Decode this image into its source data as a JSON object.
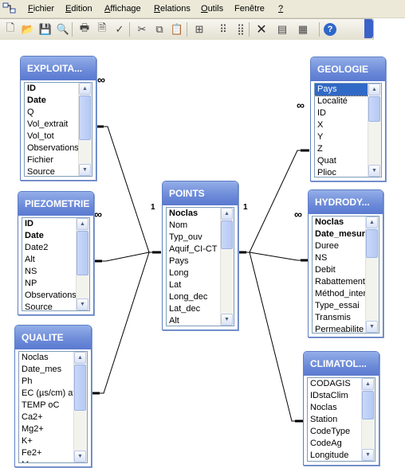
{
  "menu": {
    "items": [
      {
        "label": "Fichier",
        "ul": "F",
        "rest": "ichier"
      },
      {
        "label": "Edition",
        "ul": "E",
        "rest": "dition"
      },
      {
        "label": "Affichage",
        "ul": "A",
        "rest": "ffichage"
      },
      {
        "label": "Relations",
        "ul": "R",
        "rest": "elations"
      },
      {
        "label": "Outils",
        "ul": "O",
        "rest": "utils"
      },
      {
        "label": "Fenêtre",
        "ul": "",
        "rest": "Fenêtre"
      },
      {
        "label": "?",
        "ul": "?",
        "rest": ""
      }
    ]
  },
  "toolbar": {
    "buttons": [
      "new-icon",
      "open-icon",
      "save-icon",
      "print-preview-icon",
      "print-icon",
      "preview-icon",
      "spell-icon",
      "cut-icon",
      "copy-icon",
      "paste-icon",
      "show-table-icon",
      "show-direct-icon",
      "show-all-icon",
      "delete-icon",
      "properties-icon",
      "new-object-icon",
      "help-icon"
    ]
  },
  "relations": {
    "one": "1",
    "many": "∞"
  },
  "tables": {
    "exploitation": {
      "title": "EXPLOITA...",
      "fields": [
        "ID",
        "Date",
        "Q",
        "Vol_extrait",
        "Vol_tot",
        "Observations",
        "Fichier",
        "Source"
      ]
    },
    "piezometrie": {
      "title": "PIEZOMETRIE",
      "fields": [
        "ID",
        "Date",
        "Date2",
        "Alt",
        "NS",
        "NP",
        "Observations",
        "Source"
      ]
    },
    "qualite": {
      "title": "QUALITE",
      "fields": [
        "Noclas",
        "Date_mes",
        "Ph",
        "EC (µs/cm) at",
        "TEMP oC",
        "Ca2+",
        "Mg2+",
        "K+",
        "Fe2+",
        "Mn"
      ]
    },
    "points": {
      "title": "POINTS",
      "fields": [
        "Noclas",
        "Nom",
        "Typ_ouv",
        "Aquif_CI-CT",
        "Pays",
        "Long",
        "Lat",
        "Long_dec",
        "Lat_dec",
        "Alt"
      ]
    },
    "geologie": {
      "title": "GEOLOGIE",
      "fields": [
        "Pays",
        "Localité",
        "ID",
        "X",
        "Y",
        "Z",
        "Quat",
        "Plioc"
      ]
    },
    "hydrody": {
      "title": "HYDRODY...",
      "fields": [
        "Noclas",
        "Date_mesure",
        "Duree",
        "NS",
        "Debit",
        "Rabattement",
        "Méthod_interp",
        "Type_essai",
        "Transmis",
        "Permeabilite"
      ]
    },
    "climatol": {
      "title": "CLIMATOL...",
      "fields": [
        "CODAGIS",
        "IDstaClim",
        "Noclas",
        "Station",
        "CodeType",
        "CodeAg",
        "Longitude"
      ]
    }
  }
}
